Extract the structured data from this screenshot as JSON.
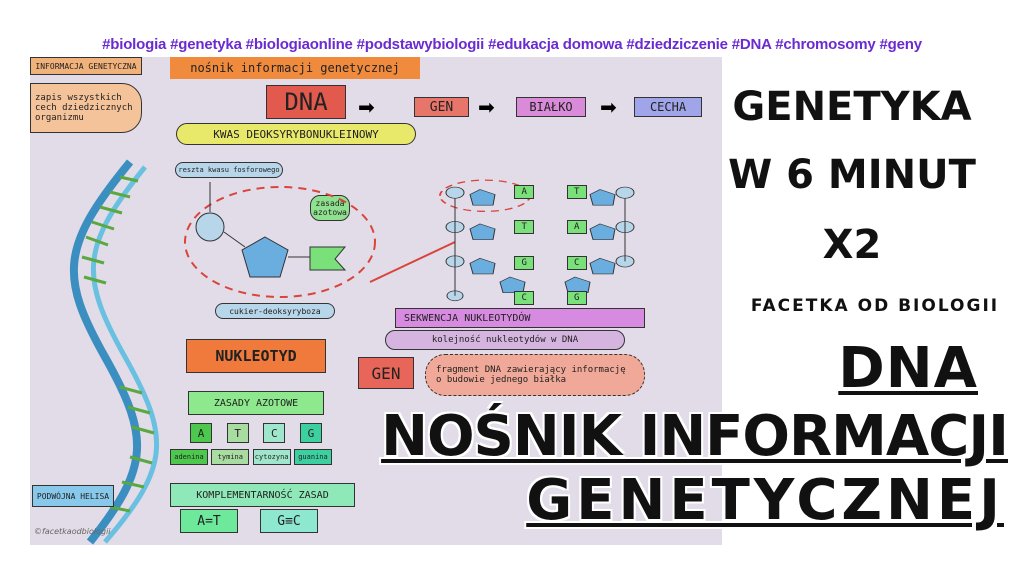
{
  "hashtags": "#biologia #genetyka #biologiaonline #podstawybiologii #edukacja domowa #dziedziczenie #DNA #chromosomy #geny",
  "board": {
    "info_label": "INFORMACJA GENETYCZNA",
    "info_desc": "zapis wszystkich cech dziedzicznych organizmu",
    "carrier_banner": "nośnik informacji genetycznej",
    "flow": [
      "DNA",
      "GEN",
      "BIAŁKO",
      "CECHA"
    ],
    "kwas": "KWAS DEOKSYRYBONUKLEINOWY",
    "phosphate": "reszta kwasu fosforowego",
    "base": "zasada azotowa",
    "sugar": "cukier-deoksyryboza",
    "nucleotide": "NUKLEOTYD",
    "bases_title": "ZASADY AZOTOWE",
    "bases": [
      "A",
      "T",
      "C",
      "G"
    ],
    "base_names": [
      "adenina",
      "tymina",
      "cytozyna",
      "guanina"
    ],
    "pairs": [
      [
        "A",
        "T"
      ],
      [
        "T",
        "A"
      ],
      [
        "G",
        "C"
      ],
      [
        "C",
        "G"
      ]
    ],
    "complementarity": "KOMPLEMENTARNOŚĆ ZASAD",
    "rule1": "A=T",
    "rule2": "G≡C",
    "helix": "PODWÓJNA HELISA",
    "sequence": "SEKWENCJA NUKLEOTYDÓW",
    "sequence_desc": "kolejność nukleotydów w DNA",
    "gen": "GEN",
    "gen_desc": "fragment DNA zawierający informację o budowie jednego białka",
    "watermark": "©facetkaodbiologii"
  },
  "title": {
    "line1": "GENETYKA",
    "line2": "W 6 MINUT",
    "line3": "X2",
    "author": "FACETKA OD BIOLOGII"
  },
  "headline": {
    "line1": "DNA",
    "line2": "NOŚNIK INFORMACJI",
    "line3": "GENETYCZNEJ"
  }
}
